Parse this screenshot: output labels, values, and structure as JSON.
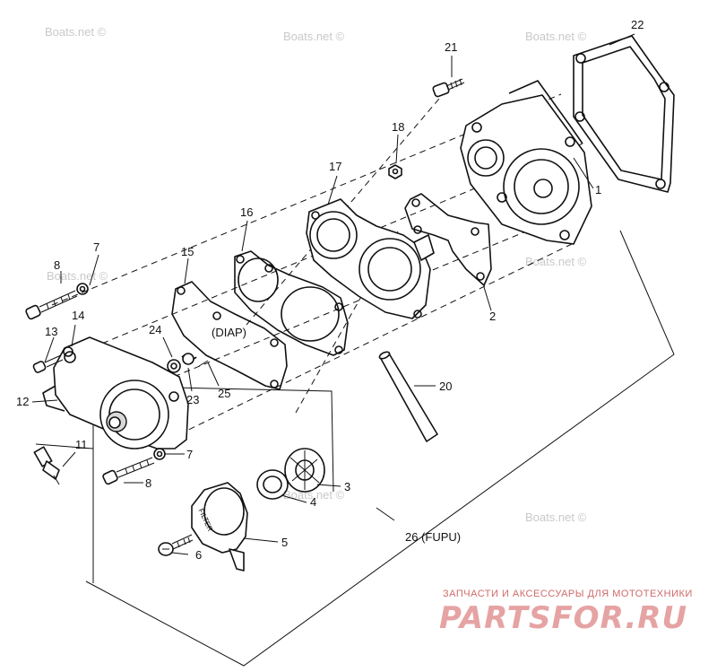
{
  "watermark": "Boats.net ©",
  "brand": {
    "tagline": "ЗАПЧАСТИ И АКСЕССУАРЫ ДЛЯ МОТОТЕХНИКИ",
    "logo": "PARTSFOR.RU",
    "color": "#e6a3a3"
  },
  "labels": {
    "p1": "1",
    "p2": "2",
    "p3": "3",
    "p4": "4",
    "p5": "5",
    "p6": "6",
    "p7a": "7",
    "p7b": "7",
    "p8a": "8",
    "p8b": "8",
    "p11": "11",
    "p12": "12",
    "p13": "13",
    "p14": "14",
    "p15": "15",
    "p16": "16",
    "p17": "17",
    "p18": "18",
    "p20": "20",
    "p21": "21",
    "p22": "22",
    "p23": "23",
    "p24": "24",
    "p25": "25",
    "p26": "26 (FUPU)",
    "diap": "(DIAP)",
    "filter": "FILTER"
  }
}
